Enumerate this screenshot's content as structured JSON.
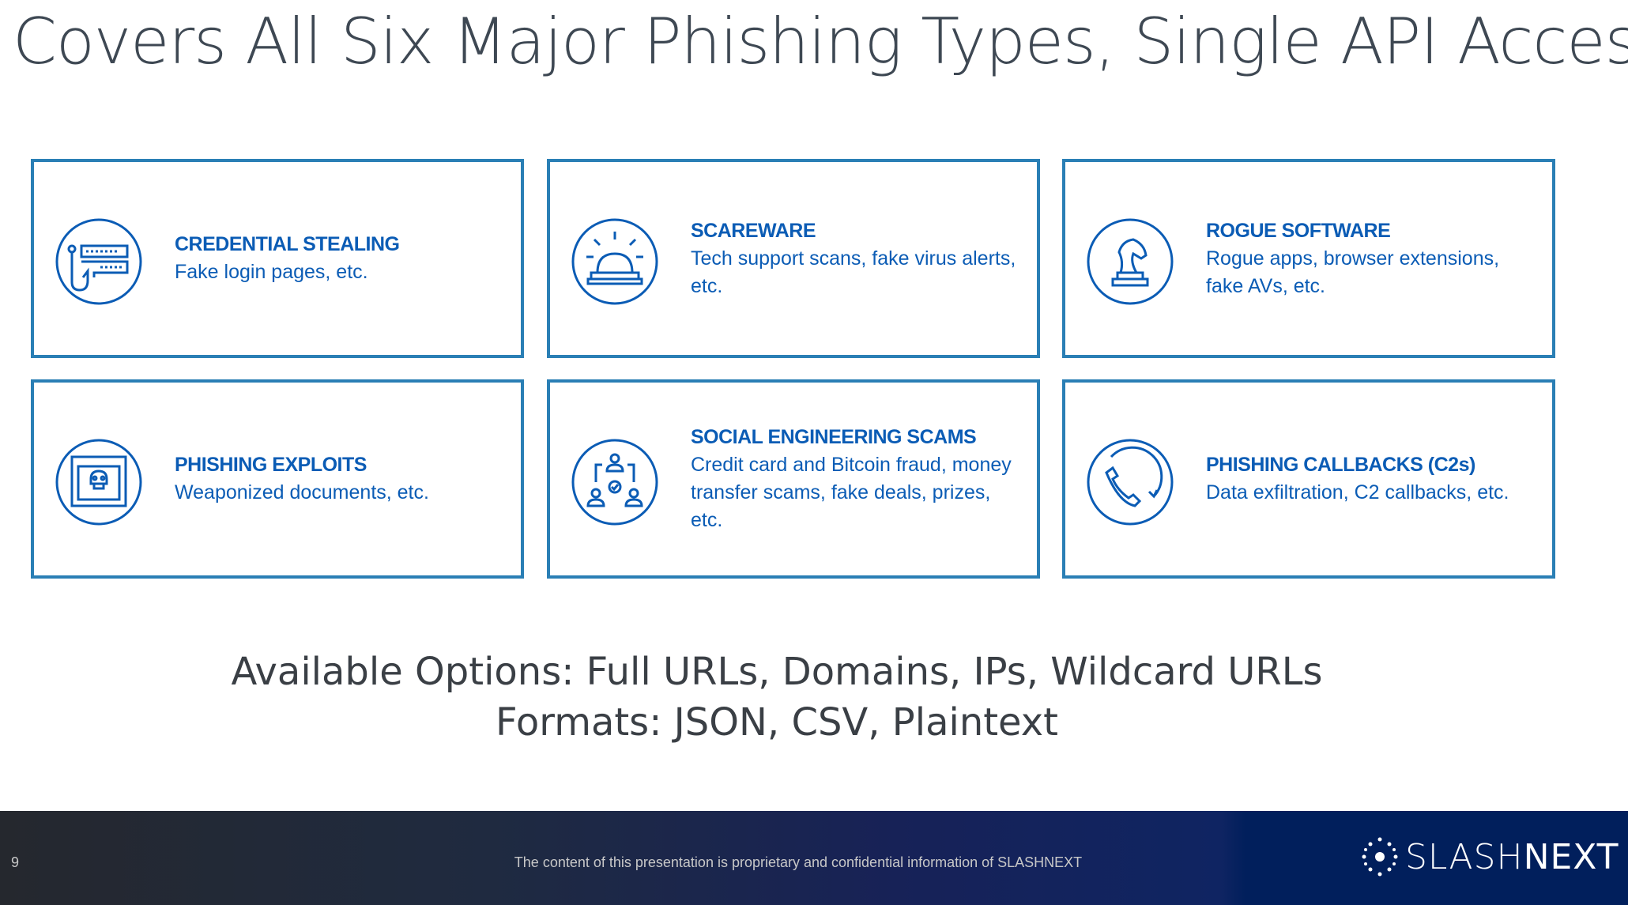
{
  "title": "Covers All Six Major Phishing Types, Single API Access",
  "cards": [
    {
      "heading": "CREDENTIAL STEALING",
      "body": "Fake login pages, etc.",
      "icon": "hook-login-icon"
    },
    {
      "heading": "SCAREWARE",
      "body": "Tech support scans, fake virus alerts, etc.",
      "icon": "alarm-siren-icon"
    },
    {
      "heading": "ROGUE SOFTWARE",
      "body": "Rogue apps, browser extensions, fake AVs, etc.",
      "icon": "chess-knight-icon"
    },
    {
      "heading": "PHISHING EXPLOITS",
      "body": "Weaponized documents, etc.",
      "icon": "skull-document-icon"
    },
    {
      "heading": "SOCIAL ENGINEERING SCAMS",
      "body": "Credit card and Bitcoin fraud, money transfer scams, fake deals, prizes, etc.",
      "icon": "people-network-icon"
    },
    {
      "heading": "PHISHING CALLBACKS (C2s)",
      "body": "Data exfiltration, C2 callbacks, etc.",
      "icon": "phone-callback-icon"
    }
  ],
  "options_line": "Available Options: Full URLs, Domains, IPs, Wildcard URLs",
  "formats_line": "Formats: JSON, CSV, Plaintext",
  "footer": {
    "page_number": "9",
    "confidential": "The content of this presentation is proprietary and confidential information of SLASHNEXT",
    "logo_slash": "SLASH",
    "logo_next": "NEXT"
  },
  "colors": {
    "accent": "#0b5cb5",
    "border": "#2a7fb5",
    "footer_right": "#011f5c"
  }
}
